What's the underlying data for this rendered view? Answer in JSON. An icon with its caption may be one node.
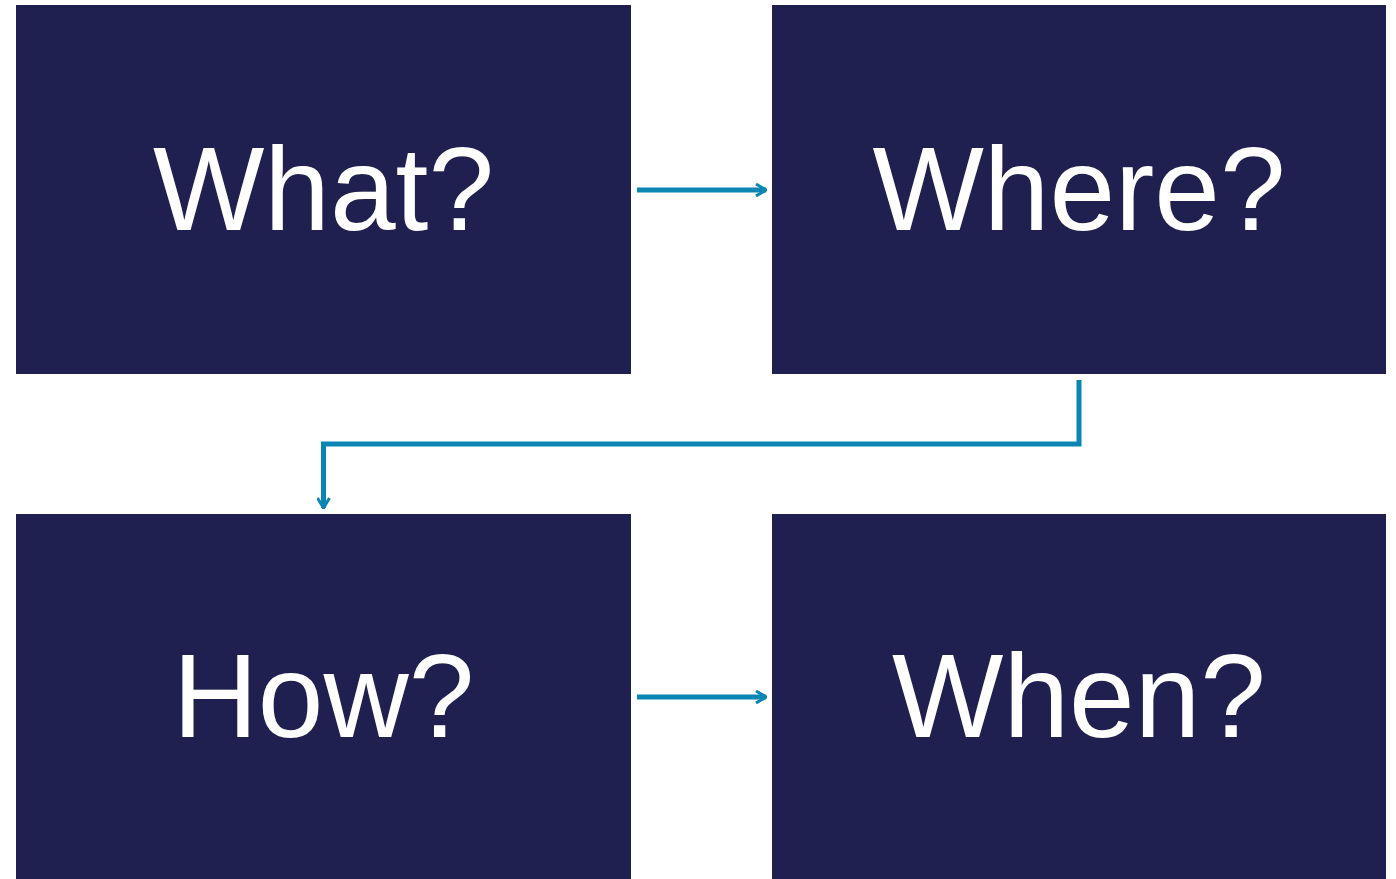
{
  "diagram": {
    "nodes": [
      {
        "text": [
          "What?"
        ]
      },
      {
        "text": [
          "Where?"
        ]
      },
      {
        "text": [
          "How?"
        ]
      },
      {
        "text": [
          "When?"
        ]
      }
    ],
    "edges": [
      {
        "from": 0,
        "to": 1,
        "arrow": "to"
      },
      {
        "from": 1,
        "to": 2,
        "arrow": "to"
      },
      {
        "from": 2,
        "to": 3,
        "arrow": "to"
      }
    ]
  }
}
